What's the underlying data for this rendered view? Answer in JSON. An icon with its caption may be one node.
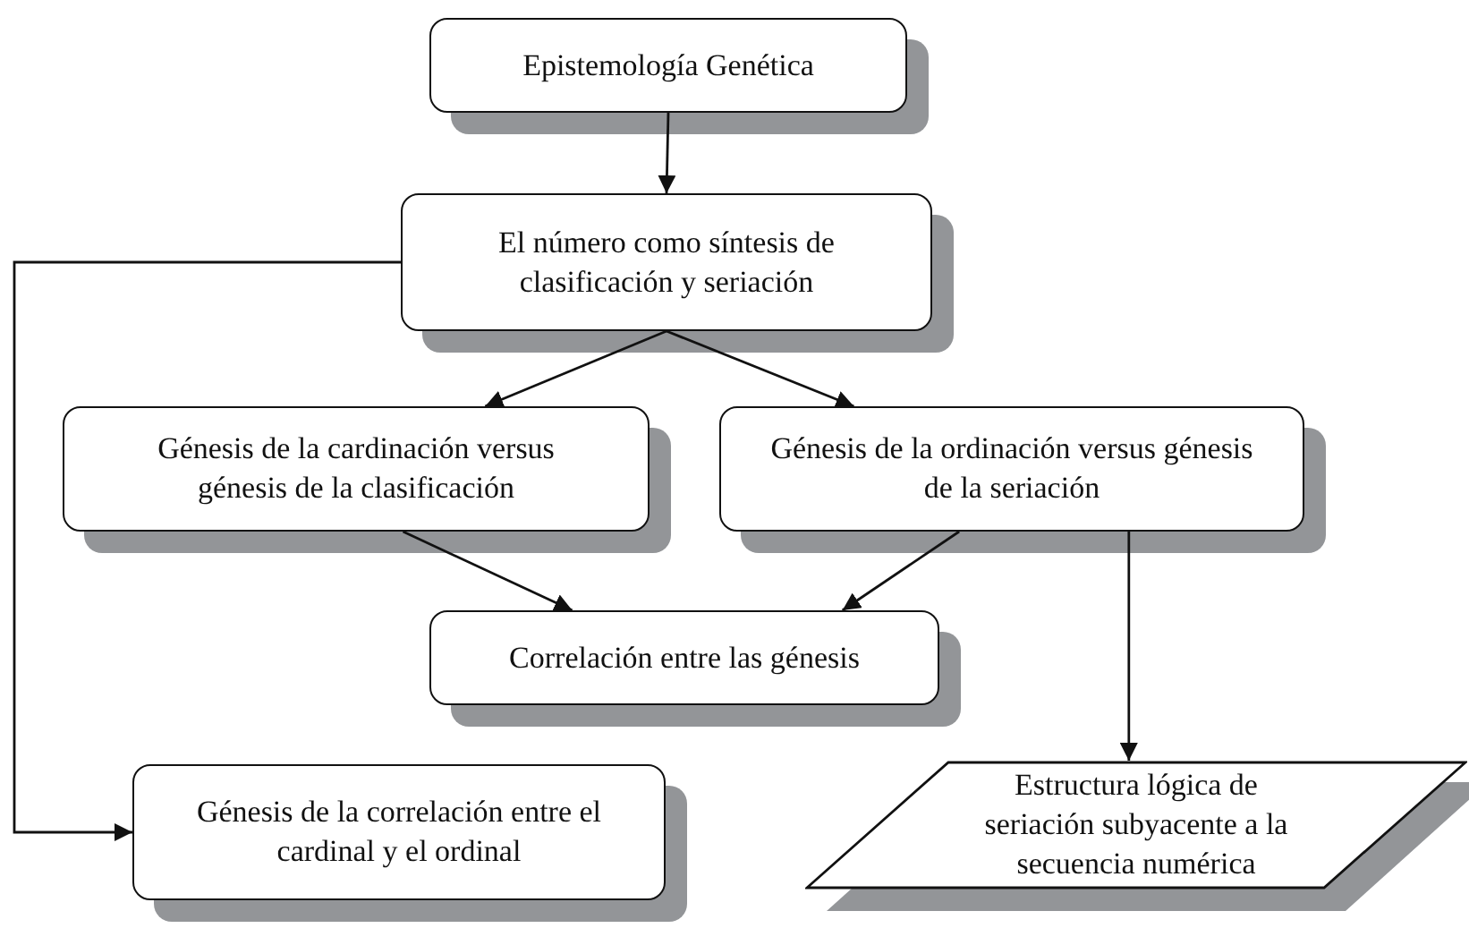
{
  "diagram": {
    "nodes": [
      {
        "text": [
          "Epistemología Genética"
        ]
      },
      {
        "text": [
          "El número como síntesis de clasificación y seriación"
        ]
      },
      {
        "text": [
          "Génesis de la cardinación versus génesis de la clasificación"
        ]
      },
      {
        "text": [
          "Génesis de la ordinación versus génesis de la seriación"
        ]
      },
      {
        "text": [
          "Correlación entre las génesis"
        ]
      },
      {
        "text": [
          "Génesis de la correlación entre el cardinal y el ordinal"
        ]
      },
      {
        "text": [
          "Estructura lógica de seriación subyacente a la secuencia numérica"
        ]
      }
    ],
    "edges": [
      {
        "from": 0,
        "to": 1,
        "arrow": "to"
      },
      {
        "from": 1,
        "to": 2,
        "arrow": "to"
      },
      {
        "from": 1,
        "to": 3,
        "arrow": "to"
      },
      {
        "from": 2,
        "to": 4,
        "arrow": "to"
      },
      {
        "from": 3,
        "to": 4,
        "arrow": "to"
      },
      {
        "from": 3,
        "to": 6,
        "arrow": "to"
      },
      {
        "from": 1,
        "to": 5,
        "arrow": "to"
      }
    ]
  }
}
